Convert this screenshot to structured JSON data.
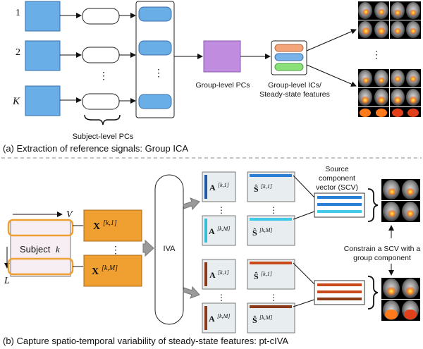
{
  "part_a": {
    "row_labels": [
      "1",
      "2",
      "K"
    ],
    "vdots": "⋮",
    "group_pcs_label": "Group-level PCs",
    "group_ics_line1": "Group-level ICs/",
    "group_ics_line2": "Steady-state features",
    "subject_pcs_label": "Subject-level PCs",
    "caption": "(a) Extraction of reference signals: Group ICA"
  },
  "part_b": {
    "v_label": "V",
    "l_label": "L",
    "subject_label": "Subject",
    "subject_var": "k",
    "x_first_base": "X",
    "x_first_sup": "[k,1]",
    "x_last_base": "X",
    "x_last_sup": "[k,M]",
    "iva_label": "IVA",
    "a_base": "A",
    "a1_sup": "[k,1]",
    "aM_sup": "[k,M]",
    "s_base": "Ŝ",
    "s1_sup": "[k,1]",
    "sM_sup": "[k,M]",
    "scv_line1": "Source",
    "scv_line2": "component",
    "scv_line3": "vector (SCV)",
    "constrain_line1": "Constrain a SCV with a",
    "constrain_line2": "group component",
    "caption": "(b) Capture spatio-temporal variability of steady-state features: pt-cIVA"
  },
  "colors": {
    "blue": "#6aaee8",
    "purple": "#c08ce0",
    "orange": "#f0a030",
    "ic_orange": "#f4a67a",
    "ic_blue": "#7ab2ea",
    "ic_green": "#8ce07a",
    "scv_blue": "#2a7fd4",
    "scv_cyan": "#44c8e8",
    "scv_rust": "#c84a1a",
    "a_blue": "#1f5aa6",
    "a_cyan": "#38bcd8",
    "a_brown": "#8a3a18",
    "dash": "#888888"
  }
}
